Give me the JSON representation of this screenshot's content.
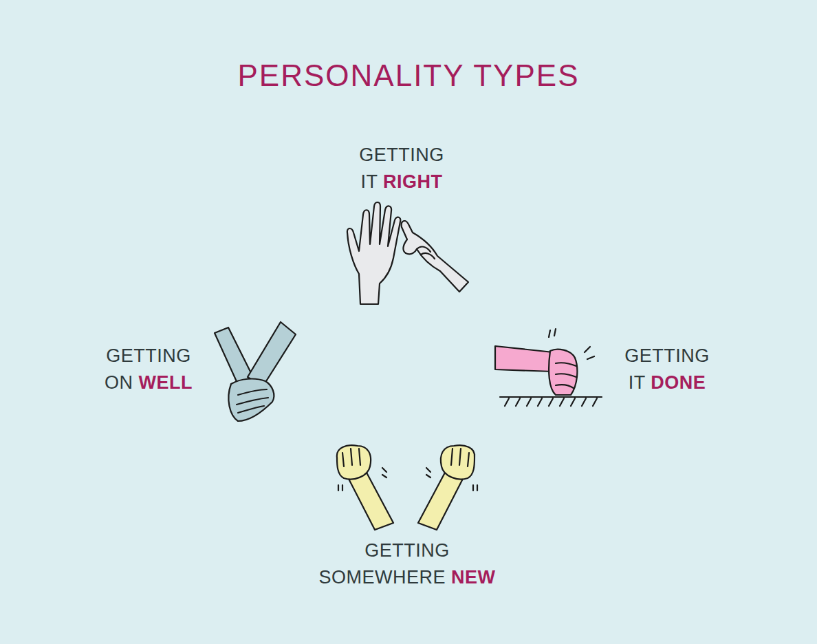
{
  "diagram": {
    "title": "PERSONALITY TYPES",
    "labels": [
      "GETTING IT",
      "RIGHT",
      "GETTING ON",
      "WELL",
      "GETTING IT",
      "DONE",
      "GETTING SOMEWHERE",
      "NEW"
    ]
  }
}
